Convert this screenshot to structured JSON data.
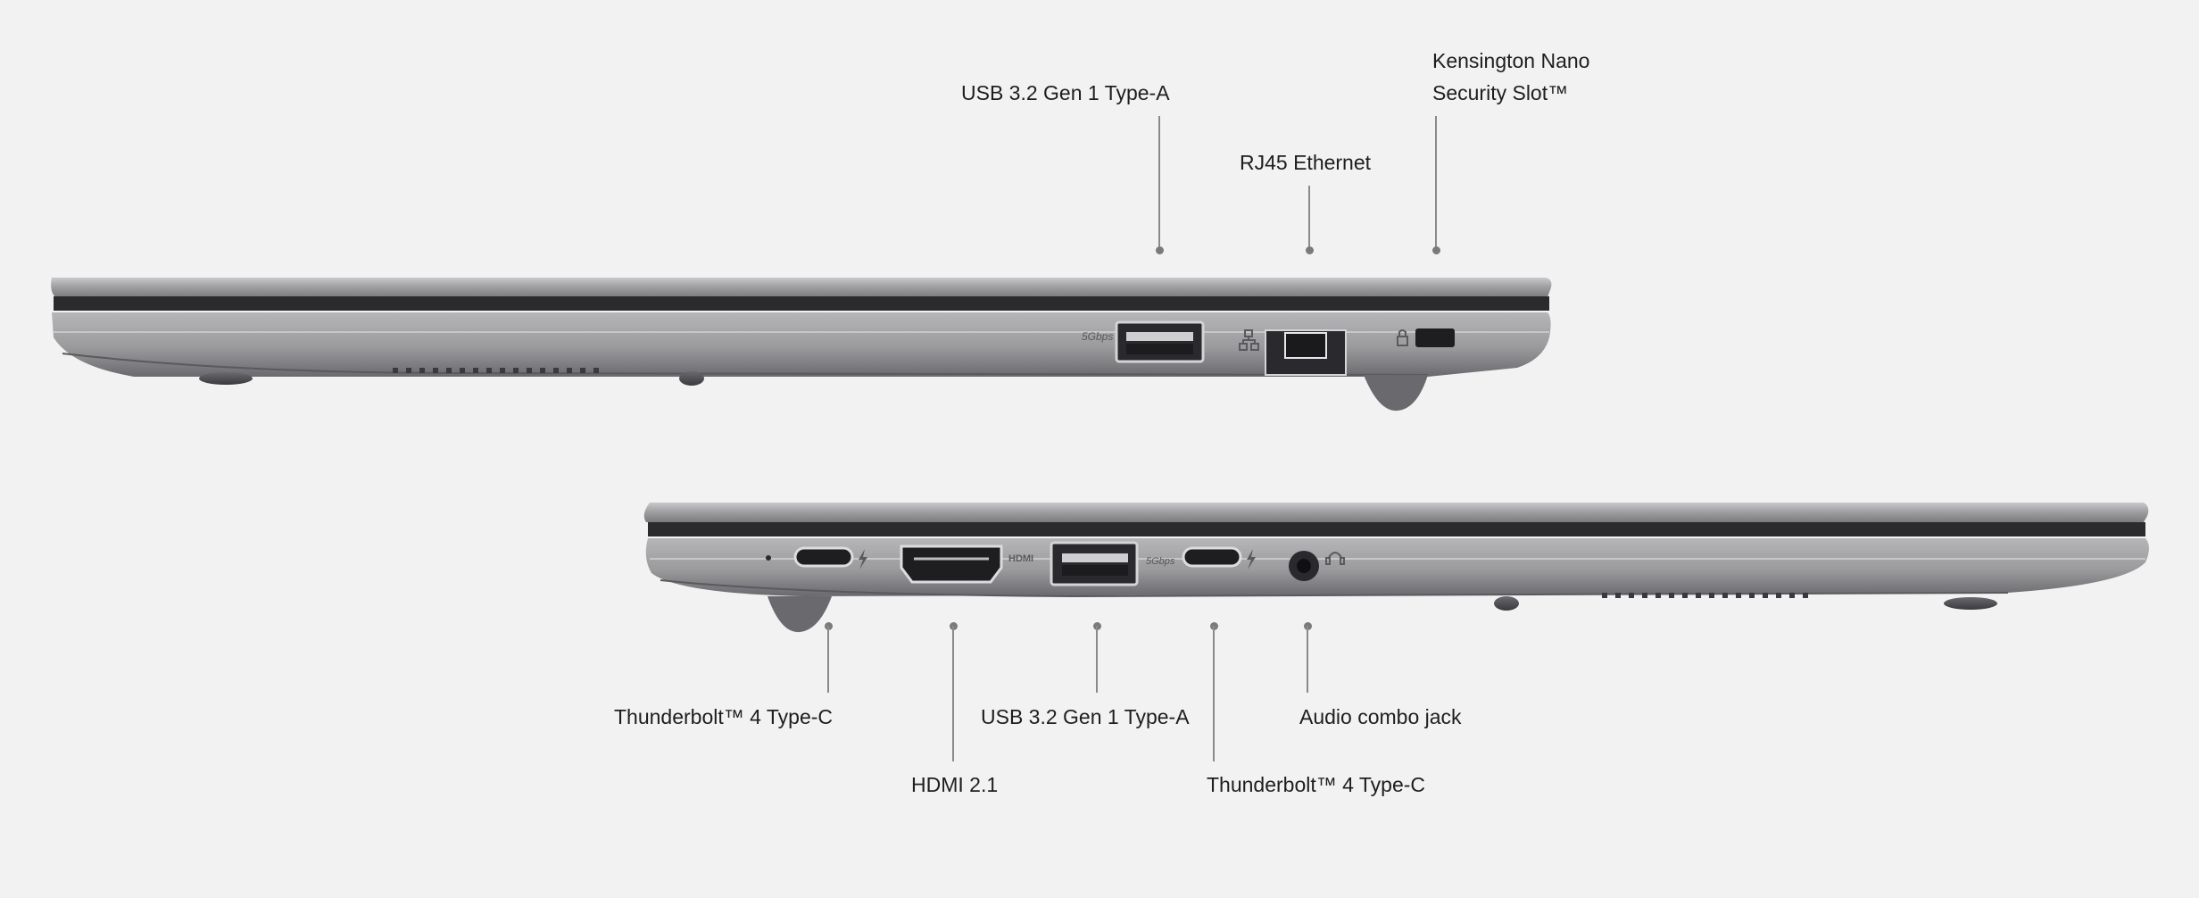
{
  "left_side_view": {
    "callouts": [
      {
        "label_lines": [
          "USB 3.2 Gen 1 Type-A"
        ]
      },
      {
        "label_lines": [
          "RJ45 Ethernet"
        ]
      },
      {
        "label_lines": [
          "Kensington Nano",
          "Security Slot™"
        ]
      }
    ],
    "port_markings": {
      "usb_speed": "5Gbps"
    }
  },
  "right_side_view": {
    "callouts": [
      {
        "label_lines": [
          "Thunderbolt™ 4 Type-C"
        ]
      },
      {
        "label_lines": [
          "HDMI 2.1"
        ]
      },
      {
        "label_lines": [
          "USB 3.2 Gen 1 Type-A"
        ]
      },
      {
        "label_lines": [
          "Thunderbolt™ 4 Type-C"
        ]
      },
      {
        "label_lines": [
          "Audio combo jack"
        ]
      }
    ],
    "port_markings": {
      "hdmi": "HDMI",
      "usb_speed": "5Gbps"
    }
  },
  "colors": {
    "background": "#f2f2f2",
    "chassis": "#a3a3a5",
    "chassis_dark": "#5e5e62",
    "label_text": "#1e1e1e",
    "leader_line": "#8a8a8a"
  }
}
